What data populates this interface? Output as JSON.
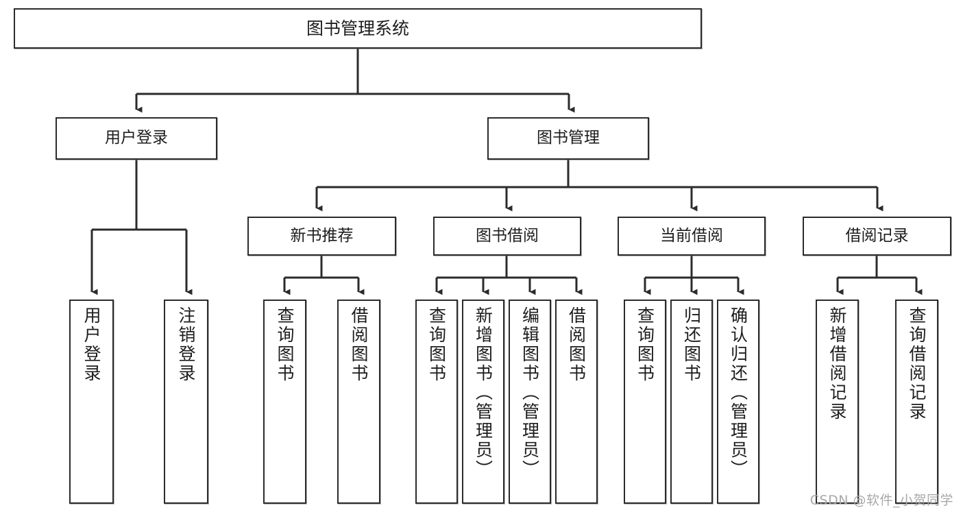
{
  "diagram": {
    "title": "图书管理系统",
    "type": "tree-hierarchy",
    "watermark": "CSDN @软件_小贺同学",
    "colors": {
      "stroke": "#2b2b2b",
      "node_fill": "#ffffff",
      "text": "#1d1d1d",
      "watermark": "#a8a8a8",
      "background": "#ffffff"
    },
    "nodes": {
      "root": {
        "label": "图书管理系统"
      },
      "level1": [
        {
          "id": "user-login",
          "label": "用户登录"
        },
        {
          "id": "book-management",
          "label": "图书管理"
        }
      ],
      "level2": [
        {
          "id": "new-book-recommend",
          "label": "新书推荐"
        },
        {
          "id": "book-borrow",
          "label": "图书借阅"
        },
        {
          "id": "current-borrow",
          "label": "当前借阅"
        },
        {
          "id": "borrow-record",
          "label": "借阅记录"
        }
      ],
      "leaves": {
        "user_login": [
          {
            "id": "leaf-user-login",
            "label": "用户登录"
          },
          {
            "id": "leaf-user-logout",
            "label": "注销登录"
          }
        ],
        "new_book_recommend": [
          {
            "id": "leaf-query-book-1",
            "label": "查询图书"
          },
          {
            "id": "leaf-borrow-book-1",
            "label": "借阅图书"
          }
        ],
        "book_borrow": [
          {
            "id": "leaf-query-book-2",
            "label": "查询图书"
          },
          {
            "id": "leaf-add-book",
            "label": "新增图书（管理员）"
          },
          {
            "id": "leaf-edit-book",
            "label": "编辑图书（管理员）"
          },
          {
            "id": "leaf-borrow-book-2",
            "label": "借阅图书"
          }
        ],
        "current_borrow": [
          {
            "id": "leaf-query-book-3",
            "label": "查询图书"
          },
          {
            "id": "leaf-return-book",
            "label": "归还图书"
          },
          {
            "id": "leaf-confirm-return",
            "label": "确认归还（管理员）"
          }
        ],
        "borrow_record": [
          {
            "id": "leaf-add-record",
            "label": "新增借阅记录"
          },
          {
            "id": "leaf-query-record",
            "label": "查询借阅记录"
          }
        ]
      }
    },
    "edges": [
      {
        "from": "图书管理系统",
        "to": "用户登录"
      },
      {
        "from": "图书管理系统",
        "to": "图书管理"
      },
      {
        "from": "用户登录",
        "to": "用户登录"
      },
      {
        "from": "用户登录",
        "to": "注销登录"
      },
      {
        "from": "图书管理",
        "to": "新书推荐"
      },
      {
        "from": "图书管理",
        "to": "图书借阅"
      },
      {
        "from": "图书管理",
        "to": "当前借阅"
      },
      {
        "from": "图书管理",
        "to": "借阅记录"
      },
      {
        "from": "新书推荐",
        "to": "查询图书"
      },
      {
        "from": "新书推荐",
        "to": "借阅图书"
      },
      {
        "from": "图书借阅",
        "to": "查询图书"
      },
      {
        "from": "图书借阅",
        "to": "新增图书（管理员）"
      },
      {
        "from": "图书借阅",
        "to": "编辑图书（管理员）"
      },
      {
        "from": "图书借阅",
        "to": "借阅图书"
      },
      {
        "from": "当前借阅",
        "to": "查询图书"
      },
      {
        "from": "当前借阅",
        "to": "归还图书"
      },
      {
        "from": "当前借阅",
        "to": "确认归还（管理员）"
      },
      {
        "from": "借阅记录",
        "to": "新增借阅记录"
      },
      {
        "from": "借阅记录",
        "to": "查询借阅记录"
      }
    ]
  }
}
